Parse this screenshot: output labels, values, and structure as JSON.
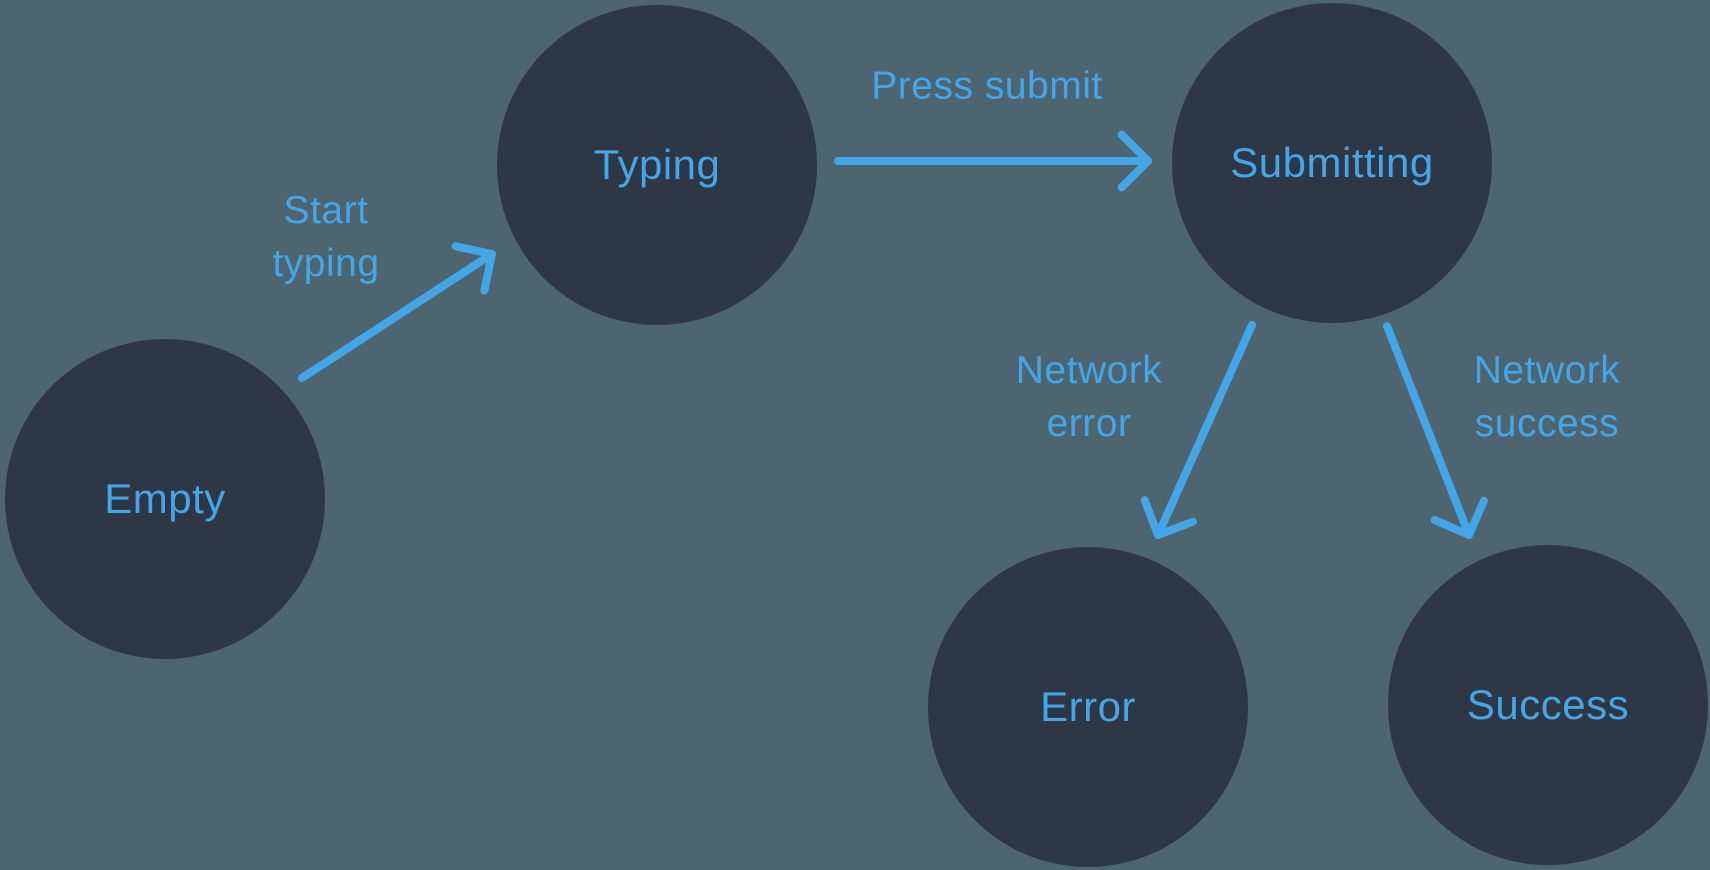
{
  "diagram_type": "state-machine",
  "colors": {
    "background": "#4c6570",
    "node_fill": "#2e3745",
    "accent": "#44a6e6"
  },
  "nodes": {
    "empty": {
      "label": "Empty"
    },
    "typing": {
      "label": "Typing"
    },
    "submitting": {
      "label": "Submitting"
    },
    "error": {
      "label": "Error"
    },
    "success": {
      "label": "Success"
    }
  },
  "edges": {
    "start_typing": {
      "from": "Empty",
      "to": "Typing",
      "label_line1": "Start",
      "label_line2": "typing"
    },
    "press_submit": {
      "from": "Typing",
      "to": "Submitting",
      "label": "Press submit"
    },
    "network_error": {
      "from": "Submitting",
      "to": "Error",
      "label_line1": "Network",
      "label_line2": "error"
    },
    "network_success": {
      "from": "Submitting",
      "to": "Success",
      "label_line1": "Network",
      "label_line2": "success"
    }
  }
}
